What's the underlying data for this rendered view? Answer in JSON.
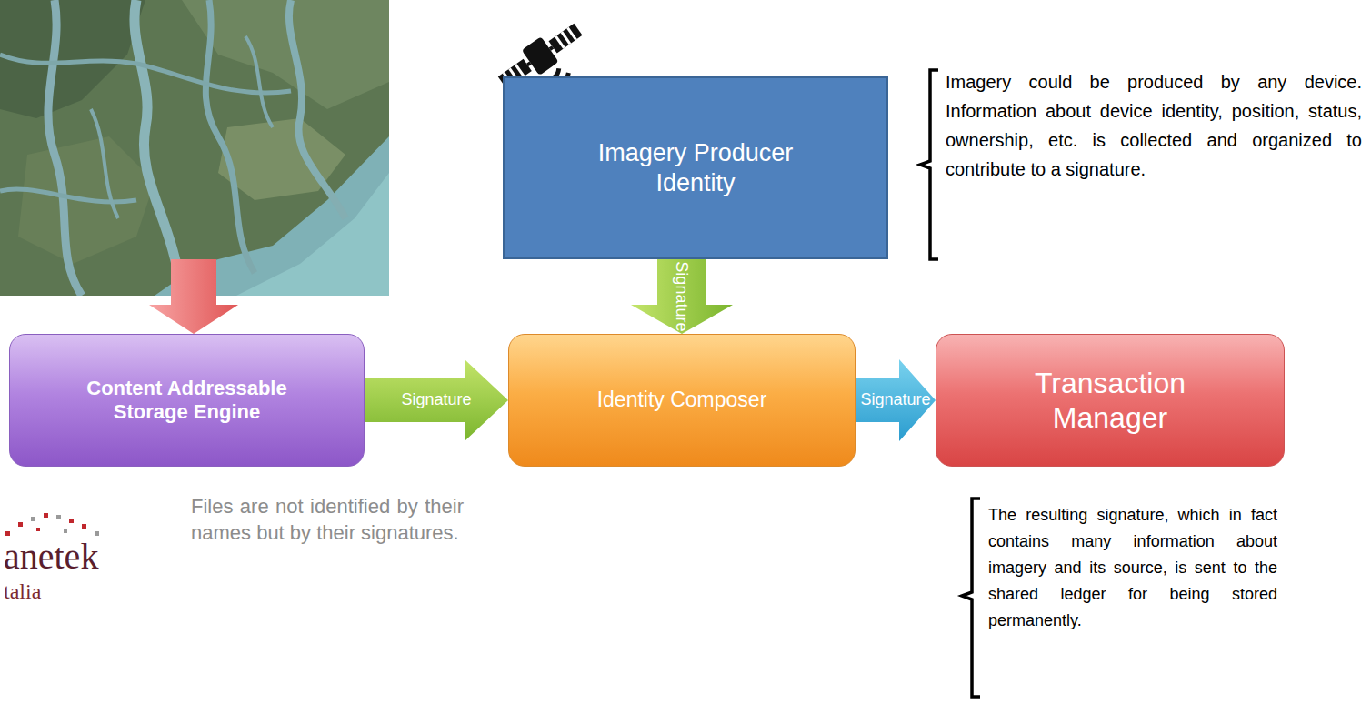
{
  "diagram": {
    "nodes": [
      {
        "text": [
          "Imagery Producer Identity"
        ]
      },
      {
        "text": [
          "Content Addressable Storage Engine"
        ]
      },
      {
        "text": [
          "Identity Composer"
        ]
      },
      {
        "text": [
          "Transaction Manager"
        ]
      }
    ],
    "edges": [
      {
        "from": 0,
        "to": 2,
        "label": "Signature",
        "arrow": "to"
      },
      {
        "from": 1,
        "to": 2,
        "label": "Signature",
        "arrow": "to"
      },
      {
        "from": 2,
        "to": 3,
        "label": "Signature",
        "arrow": "to"
      }
    ],
    "labels": [
      "Imagery could be produced by any device. Information about device identity, position, status, ownership, etc. is collected and organized to contribute to a signature.",
      "anetek",
      "talia",
      "Files are not identified by their names but by their signatures.",
      "The resulting signature, which in fact contains many information about imagery and its source, is sent to the shared ledger for being stored permanently."
    ]
  }
}
